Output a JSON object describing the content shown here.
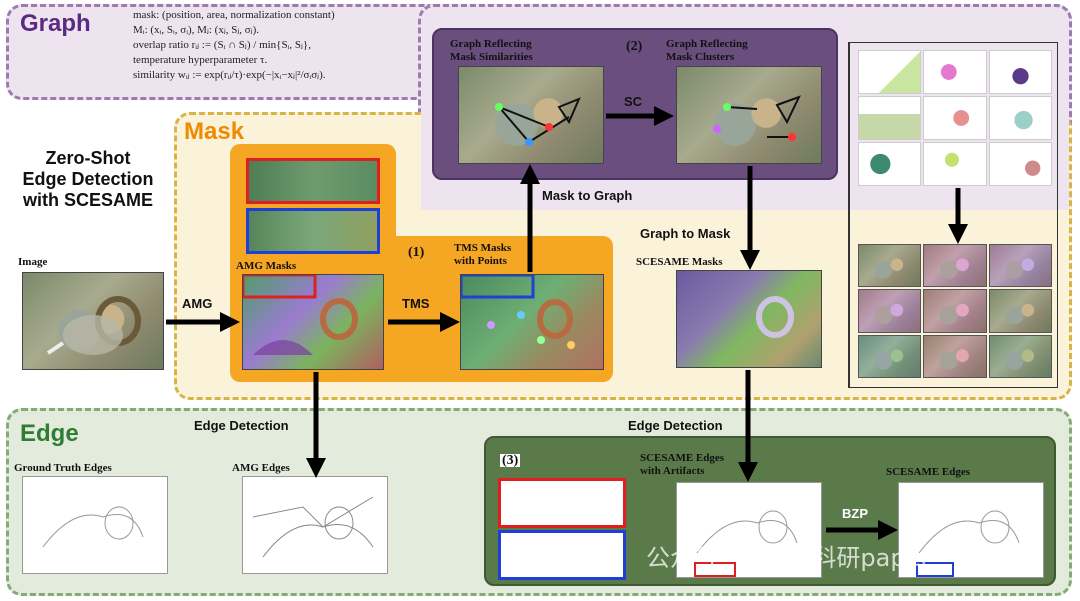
{
  "sections": {
    "graph_title": "Graph",
    "mask_title": "Mask",
    "edge_title": "Edge"
  },
  "main_title": {
    "line1": "Zero-Shot",
    "line2": "Edge Detection",
    "line3": "with SCESAME"
  },
  "formulas": {
    "line1": "mask: (position, area, normalization constant)",
    "line2": "Mᵢ: (xᵢ, Sᵢ, σᵢ), Mⱼ: (xⱼ, Sⱼ, σⱼ).",
    "line3": "overlap ratio rᵢⱼ := (Sᵢ ∩ Sⱼ) / min{Sᵢ, Sⱼ},",
    "line4": "temperature hyperparameter τ.",
    "line5": "similarity wᵢⱼ := exp(rᵢⱼ/τ)·exp(−|xᵢ−xⱼ|²/σᵢσⱼ)."
  },
  "labels": {
    "image": "Image",
    "amg_masks": "AMG Masks",
    "tms_masks_1": "TMS Masks",
    "tms_masks_2": "with Points",
    "graph_sim_1": "Graph Reflecting",
    "graph_sim_2": "Mask Similarities",
    "graph_clu_1": "Graph Reflecting",
    "graph_clu_2": "Mask Clusters",
    "scesame_masks": "SCESAME Masks",
    "gt_edges": "Ground Truth Edges",
    "amg_edges": "AMG Edges",
    "scesame_artifacts_1": "SCESAME Edges",
    "scesame_artifacts_2": "with Artifacts",
    "scesame_edges": "SCESAME Edges"
  },
  "step_markers": {
    "step1": "(1)",
    "step2": "(2)",
    "step3": "(3)"
  },
  "arrows": {
    "amg": "AMG",
    "tms": "TMS",
    "sc": "SC",
    "mask_to_graph": "Mask to Graph",
    "graph_to_mask": "Graph to Mask",
    "edge_detection_left": "Edge Detection",
    "edge_detection_right": "Edge Detection",
    "bzp": "BZP"
  },
  "watermark": "公众号 · AI算法科研paper",
  "colors": {
    "graph_bg": "#ede4f0",
    "graph_border": "#9d7bb0",
    "graph_title": "#5b2a83",
    "mask_bg": "#fbf2da",
    "mask_border": "#d8b347",
    "mask_title": "#f08a00",
    "mask_inner": "#f5a623",
    "edge_bg": "#e3ecdc",
    "edge_border": "#86a976",
    "edge_title": "#2e7d32",
    "edge_inner": "#5a7a4a",
    "graph_inner": "#6a4f7e",
    "red": "#e02020",
    "blue": "#1f3fd6"
  }
}
